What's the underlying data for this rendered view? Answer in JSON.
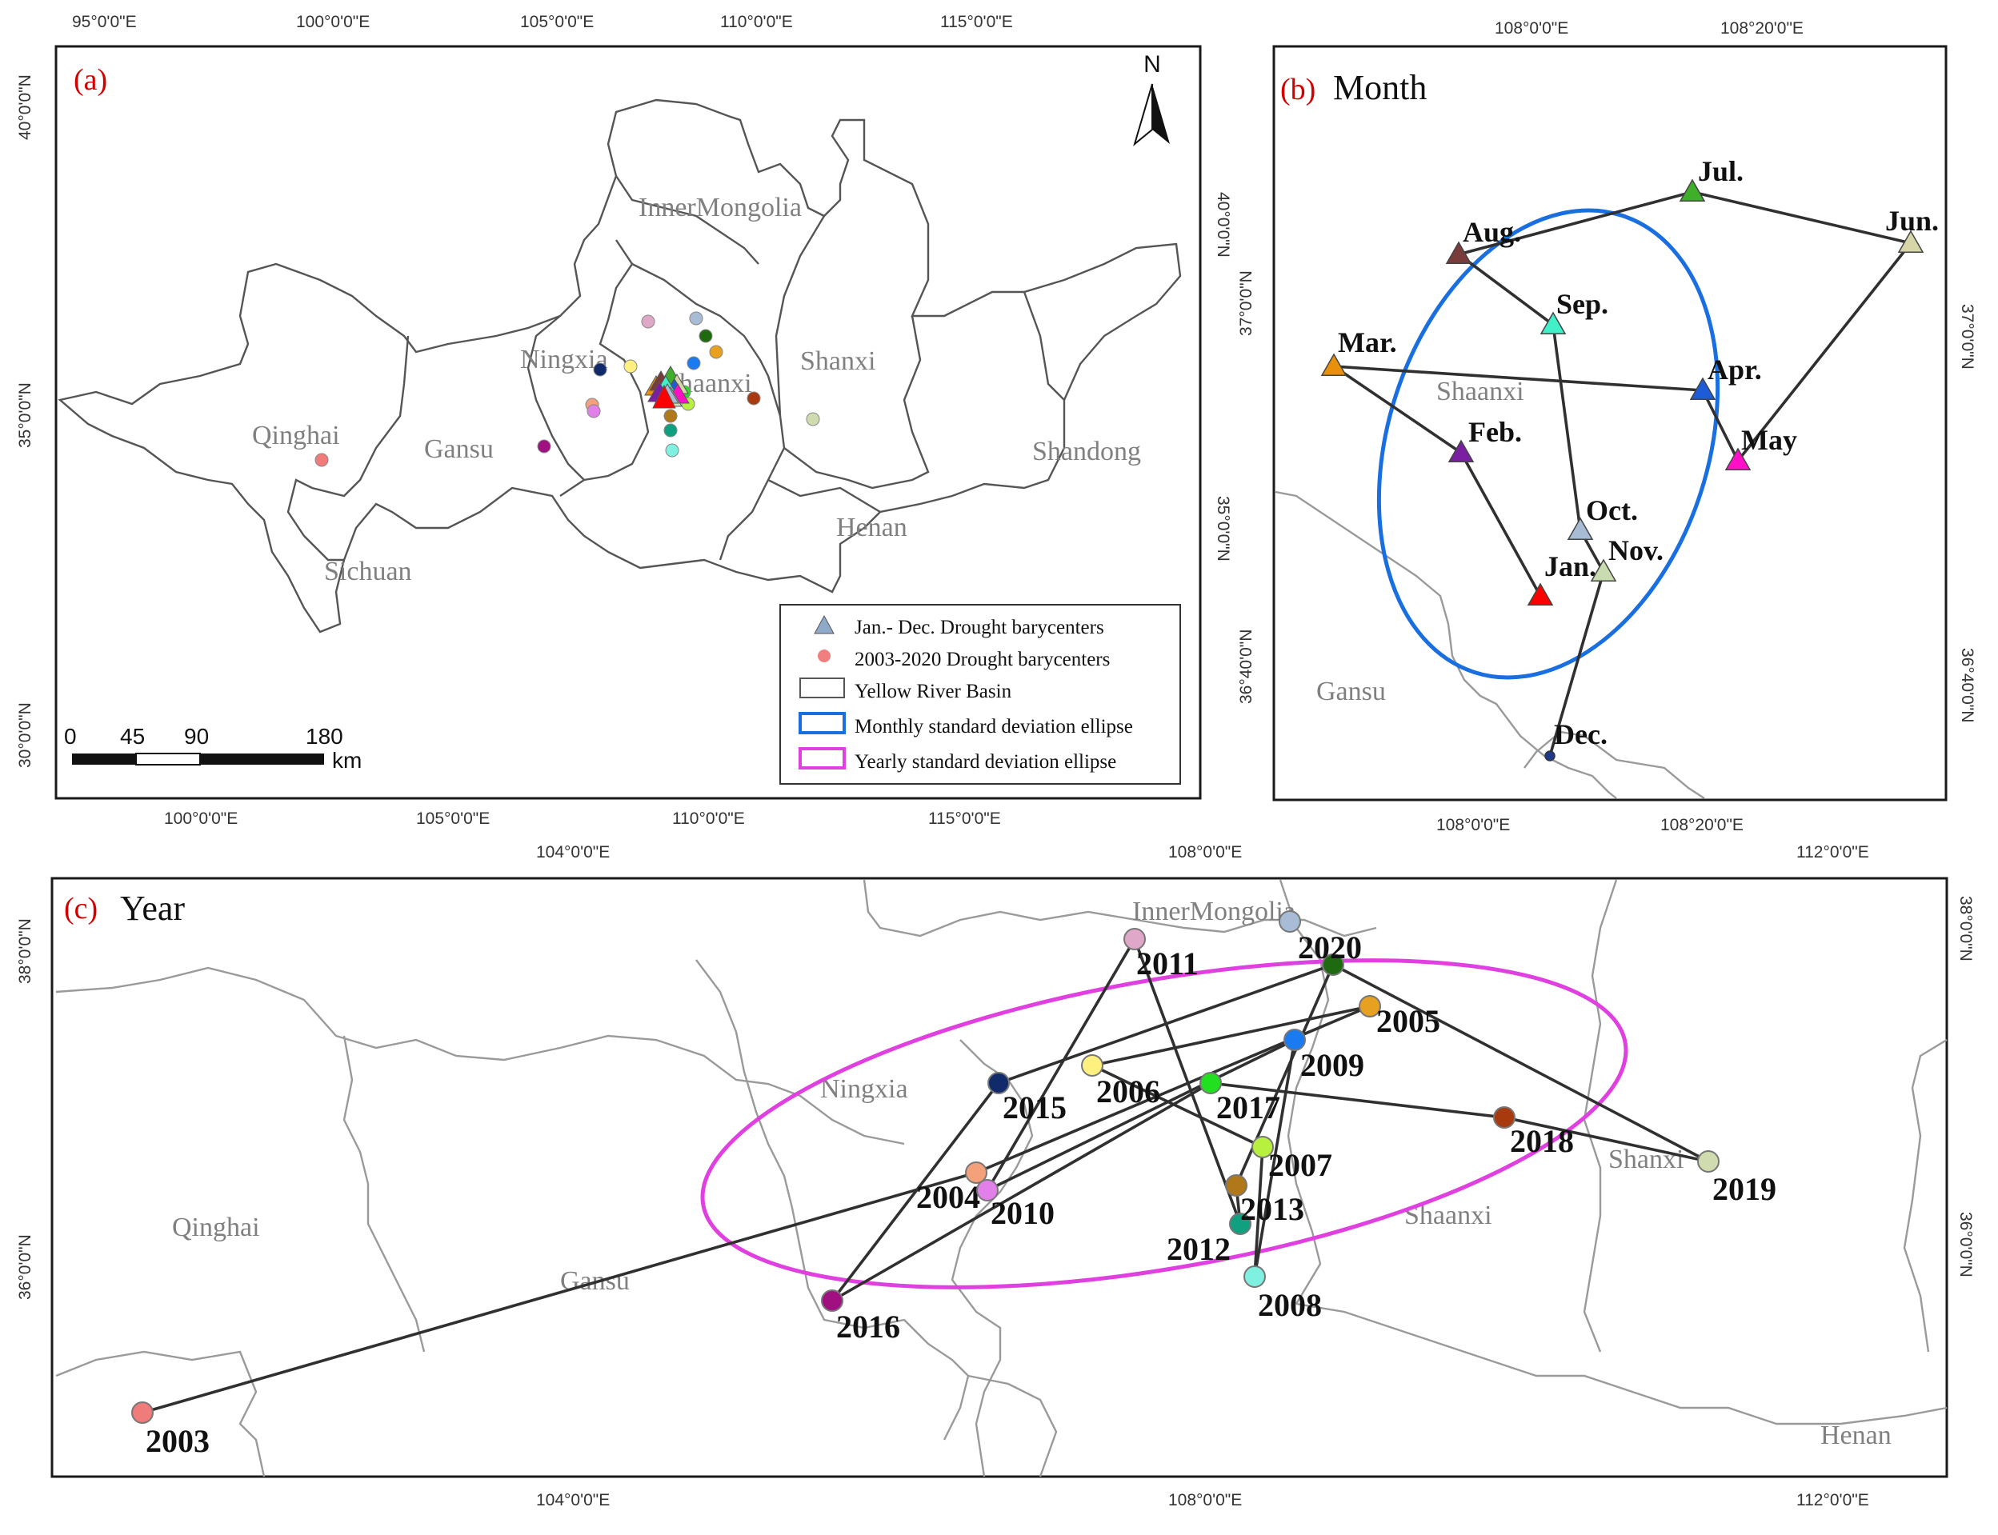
{
  "panel_a": {
    "tag": "(a)",
    "top_ticks": [
      "95°0'0\"E",
      "100°0'0\"E",
      "105°0'0\"E",
      "110°0'0\"E",
      "115°0'0\"E"
    ],
    "bottom_ticks": [
      "100°0'0\"E",
      "105°0'0\"E",
      "110°0'0\"E",
      "115°0'0\"E"
    ],
    "left_ticks": [
      "40°0'0\"N",
      "35°0'0\"N",
      "30°0'0\"N"
    ],
    "right_ticks": [
      "40°0'0\"N",
      "35°0'0\"N"
    ],
    "regions": [
      "InnerMongolia",
      "Ningxia",
      "Shaanxi",
      "Shanxi",
      "Qinghai",
      "Gansu",
      "Shandong",
      "Henan",
      "Sichuan"
    ],
    "north_arrow": "N",
    "scale": {
      "ticks": [
        "0",
        "45",
        "90",
        "180"
      ],
      "unit": "km"
    },
    "legend": [
      {
        "label": "Jan.- Dec. Drought barycenters",
        "icon": "triangle-icon",
        "color": "#8fa9c8"
      },
      {
        "label": "2003-2020 Drought barycenters",
        "icon": "circle-icon",
        "color": "#f08080"
      },
      {
        "label": "Yellow River Basin",
        "icon": "rect-icon",
        "color": "#555555"
      },
      {
        "label": "Monthly standard deviation ellipse",
        "icon": "rect-icon",
        "color": "#1a6fe0"
      },
      {
        "label": "Yearly standard deviation ellipse",
        "icon": "rect-icon",
        "color": "#e040e0"
      }
    ]
  },
  "panel_b": {
    "tag": "(b)",
    "title": "Month",
    "top_ticks": [
      "108°0'0\"E",
      "108°20'0\"E"
    ],
    "bottom_ticks": [
      "108°0'0\"E",
      "108°20'0\"E"
    ],
    "left_ticks": [
      "37°0'0\"N",
      "36°40'0\"N"
    ],
    "right_ticks": [
      "37°0'0\"N",
      "36°40'0\"N"
    ],
    "regions": [
      "Shaanxi",
      "Gansu"
    ],
    "ellipse_color": "#1a6fe0",
    "months": [
      {
        "label": "Jan.",
        "color": "#ff0000"
      },
      {
        "label": "Feb.",
        "color": "#7b1fa2"
      },
      {
        "label": "Mar.",
        "color": "#e8900a"
      },
      {
        "label": "Apr.",
        "color": "#1e5bd6"
      },
      {
        "label": "May",
        "color": "#ff10c8"
      },
      {
        "label": "Jun.",
        "color": "#d6d6a8"
      },
      {
        "label": "Jul.",
        "color": "#3fae2a"
      },
      {
        "label": "Aug.",
        "color": "#7a3b3b"
      },
      {
        "label": "Sep.",
        "color": "#3ff0c8"
      },
      {
        "label": "Oct.",
        "color": "#a9bcd6"
      },
      {
        "label": "Nov.",
        "color": "#c8dcb0"
      },
      {
        "label": "Dec.",
        "color": "#1e3a8a"
      }
    ]
  },
  "panel_c": {
    "tag": "(c)",
    "title": "Year",
    "top_ticks": [
      "104°0'0\"E",
      "108°0'0\"E",
      "112°0'0\"E"
    ],
    "bottom_ticks": [
      "104°0'0\"E",
      "108°0'0\"E",
      "112°0'0\"E"
    ],
    "left_ticks": [
      "38°0'0\"N",
      "36°0'0\"N"
    ],
    "right_ticks": [
      "38°0'0\"N",
      "36°0'0\"N"
    ],
    "regions": [
      "InnerMongolia",
      "Ningxia",
      "Shaanxi",
      "Shanxi",
      "Qinghai",
      "Gansu",
      "Henan"
    ],
    "ellipse_color": "#e040e0",
    "years": [
      {
        "label": "2003",
        "color": "#f07b7b"
      },
      {
        "label": "2004",
        "color": "#f4a07a"
      },
      {
        "label": "2005",
        "color": "#e8a020"
      },
      {
        "label": "2006",
        "color": "#fff080"
      },
      {
        "label": "2007",
        "color": "#b8f040"
      },
      {
        "label": "2008",
        "color": "#80f0e0"
      },
      {
        "label": "2009",
        "color": "#1a7af0"
      },
      {
        "label": "2010",
        "color": "#e080e8"
      },
      {
        "label": "2011",
        "color": "#e0a8c8"
      },
      {
        "label": "2012",
        "color": "#10a080"
      },
      {
        "label": "2013",
        "color": "#b07818"
      },
      {
        "label": "2015",
        "color": "#102a6a"
      },
      {
        "label": "2016",
        "color": "#a01080"
      },
      {
        "label": "2017",
        "color": "#20e020"
      },
      {
        "label": "2018",
        "color": "#a83a10"
      },
      {
        "label": "2019",
        "color": "#d0dcb0"
      },
      {
        "label": "2020",
        "color": "#1f6a10"
      }
    ]
  }
}
